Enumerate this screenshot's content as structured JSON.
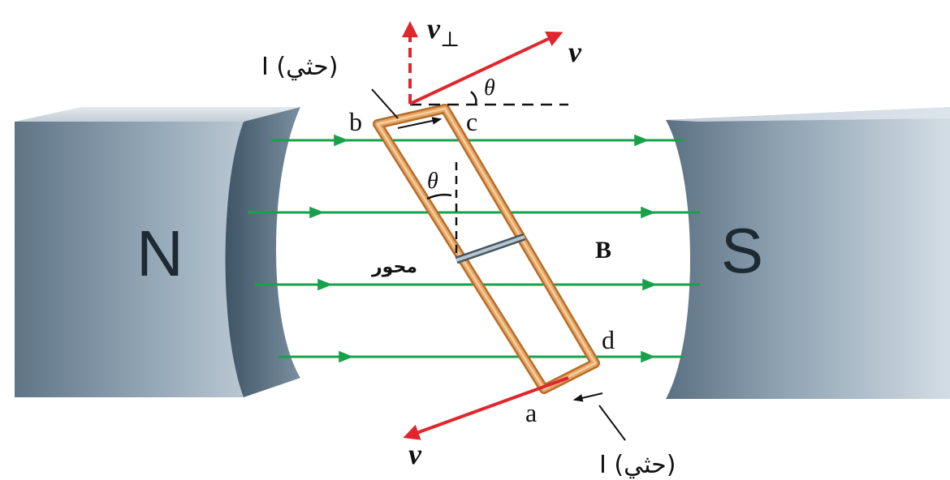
{
  "magnets": {
    "north_label": "N",
    "south_label": "S"
  },
  "field_label": "B",
  "corners": {
    "a": "a",
    "b": "b",
    "c": "c",
    "d": "d"
  },
  "axis_label": "محور",
  "angle_symbol": "θ",
  "velocity": {
    "v_symbol": "v",
    "v_perp_main": "v",
    "v_perp_sub": "⊥"
  },
  "current_label_top": "I (حثي)",
  "current_label_bottom": "I (حثي)",
  "colors": {
    "field_line": "#19a04a",
    "velocity_arrow": "#e0262c",
    "loop": "#d99554",
    "magnet_dark": "#5d7384",
    "magnet_light": "#c5d1db"
  }
}
